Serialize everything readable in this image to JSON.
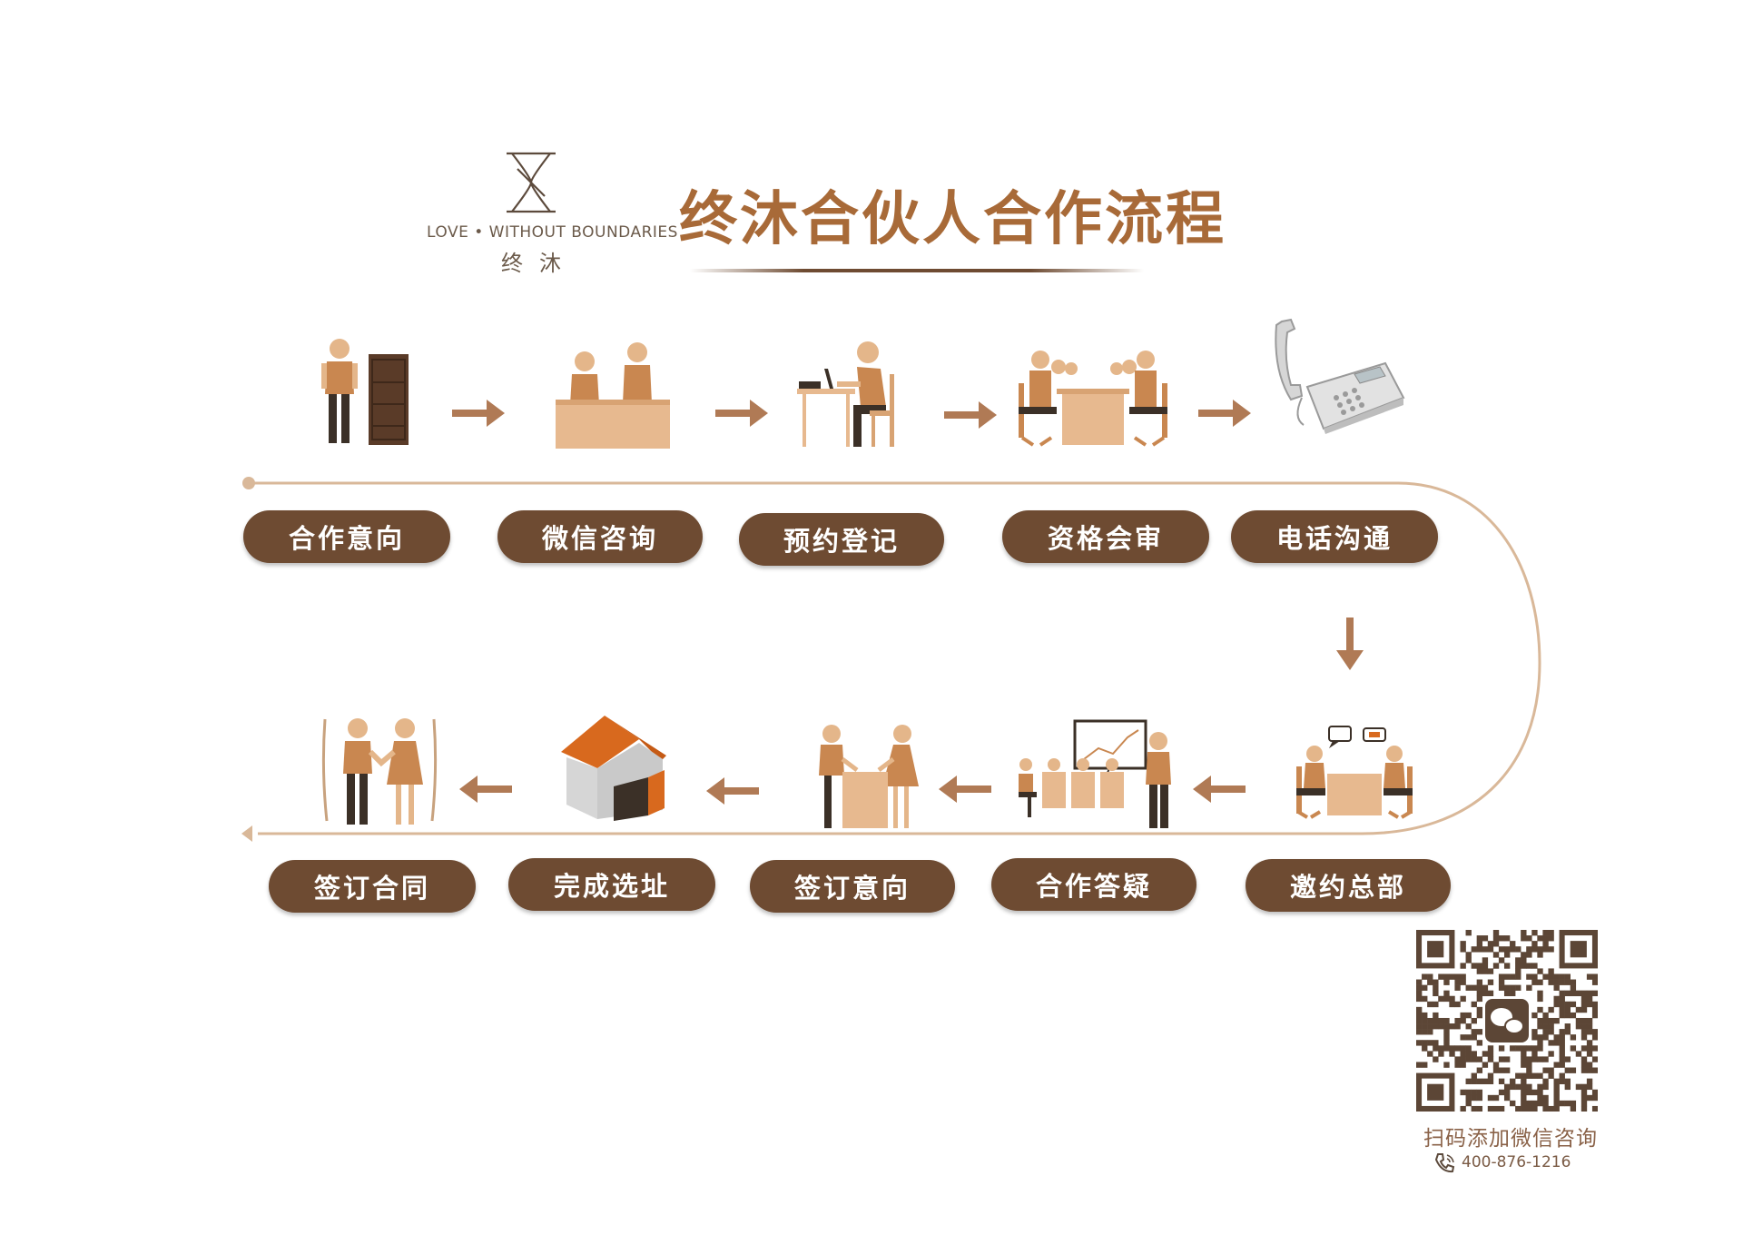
{
  "brand": {
    "tagline": "LOVE • WITHOUT BOUNDARIES",
    "name_cn": "终沐"
  },
  "title": "终沐合伙人合作流程",
  "steps_row1": [
    {
      "label": "合作意向",
      "icon": "person-with-door-icon"
    },
    {
      "label": "微信咨询",
      "icon": "consultation-desk-icon"
    },
    {
      "label": "预约登记",
      "icon": "person-at-laptop-icon"
    },
    {
      "label": "资格会审",
      "icon": "meeting-table-icon"
    },
    {
      "label": "电话沟通",
      "icon": "telephone-icon"
    }
  ],
  "steps_row2": [
    {
      "label": "邀约总部",
      "icon": "table-discussion-icon"
    },
    {
      "label": "合作答疑",
      "icon": "presentation-board-icon"
    },
    {
      "label": "签订意向",
      "icon": "two-people-signing-icon"
    },
    {
      "label": "完成选址",
      "icon": "shop-building-icon"
    },
    {
      "label": "签订合同",
      "icon": "couple-handshake-icon"
    }
  ],
  "qr": {
    "caption": "扫码添加微信咨询",
    "phone": "400-876-1216"
  },
  "colors": {
    "brown": "#6e4b32",
    "title": "#a86a38",
    "skin": "#e4b68a",
    "line": "#d9b899"
  }
}
